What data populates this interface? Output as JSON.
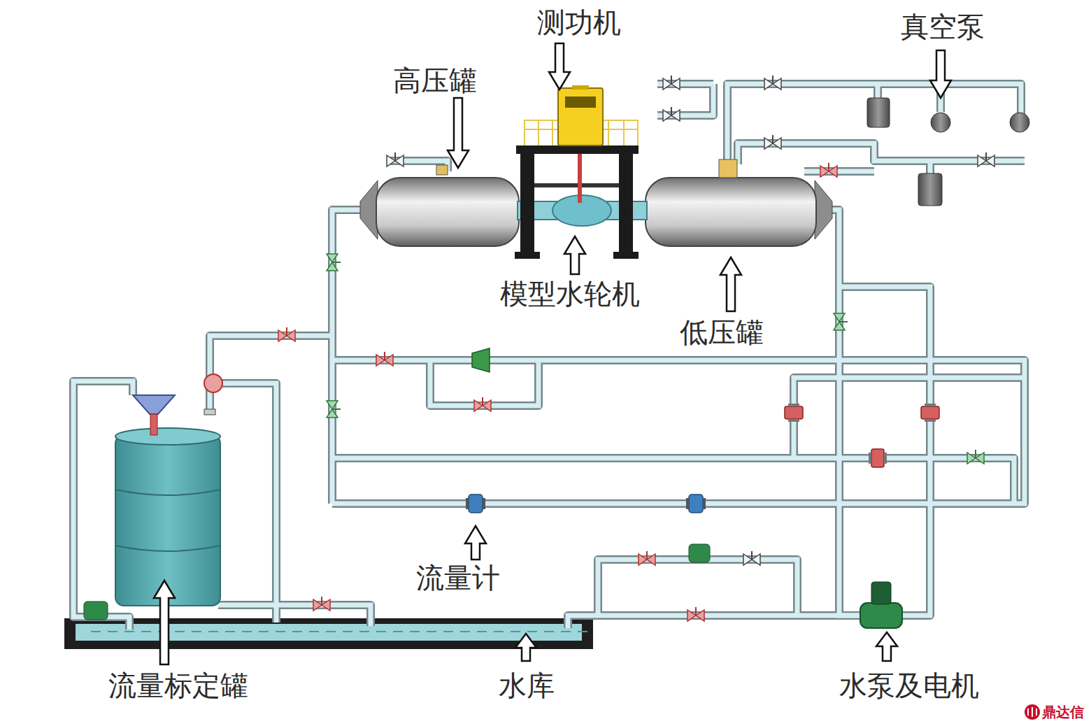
{
  "diagram": {
    "labels": [
      "测功机",
      "高压罐",
      "真空泵",
      "模型水轮机",
      "低压罐",
      "流量计",
      "流量标定罐",
      "水库",
      "水泵及电机",
      "鼎达信"
    ]
  }
}
